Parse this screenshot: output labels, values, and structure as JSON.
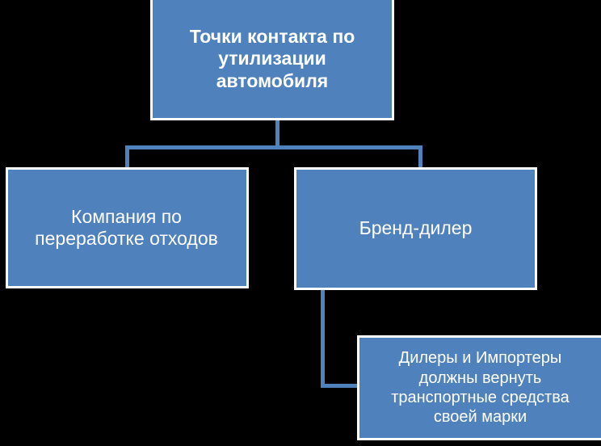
{
  "diagram": {
    "title_text": "Точки контакта по утилизации автомобиля",
    "background_color": "#000000",
    "node_fill_color": "#4F81BD",
    "node_border_color": "#FFFFFF",
    "node_text_color": "#FFFFFF",
    "connector_color": "#4F81BD",
    "nodes": [
      {
        "id": "root",
        "label": "Точки контакта по\nутилизации\nавтомобиля",
        "role": "root"
      },
      {
        "id": "recycler",
        "label": "Компания по\nпереработке отходов",
        "role": "child"
      },
      {
        "id": "dealer",
        "label": "Бренд-дилер",
        "role": "child"
      },
      {
        "id": "note",
        "label": "Дилеры и Импортеры\nдолжны вернуть\nтранспортные средства\nсвоей марки",
        "role": "note"
      }
    ],
    "edges": [
      {
        "id": "root-to-recycler",
        "from": "root",
        "to": "recycler"
      },
      {
        "id": "root-to-dealer",
        "from": "root",
        "to": "dealer"
      },
      {
        "id": "dealer-to-note",
        "from": "dealer",
        "to": "note"
      }
    ]
  }
}
